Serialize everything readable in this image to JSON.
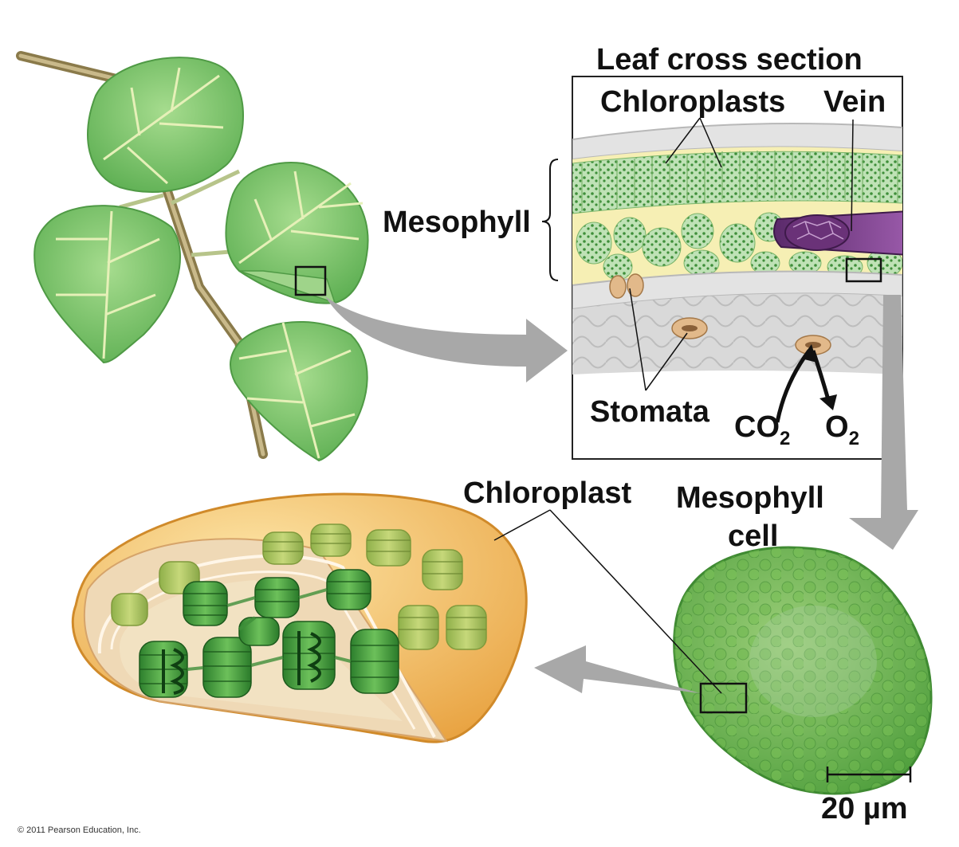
{
  "labels": {
    "leaf_cross_section": "Leaf cross section",
    "chloroplasts": "Chloroplasts",
    "vein": "Vein",
    "mesophyll": "Mesophyll",
    "stomata": "Stomata",
    "co2_main": "CO",
    "co2_sub": "2",
    "o2_main": "O",
    "o2_sub": "2",
    "chloroplast": "Chloroplast",
    "mesophyll_cell_line1": "Mesophyll",
    "mesophyll_cell_line2": "cell",
    "scale_bar": "20 µm",
    "copyright": "© 2011 Pearson Education, Inc."
  },
  "colors": {
    "leaf_fill": "#7cc46a",
    "leaf_vein": "#e6f0b8",
    "stem": "#9a8a5a",
    "arrow_gray": "#a8a8a8",
    "chloroplast_envelope": "#f0b860",
    "thylakoid_green": "#3a9a3a",
    "vein_purple": "#7a3f8a",
    "stomata_tan": "#e2b98a"
  }
}
